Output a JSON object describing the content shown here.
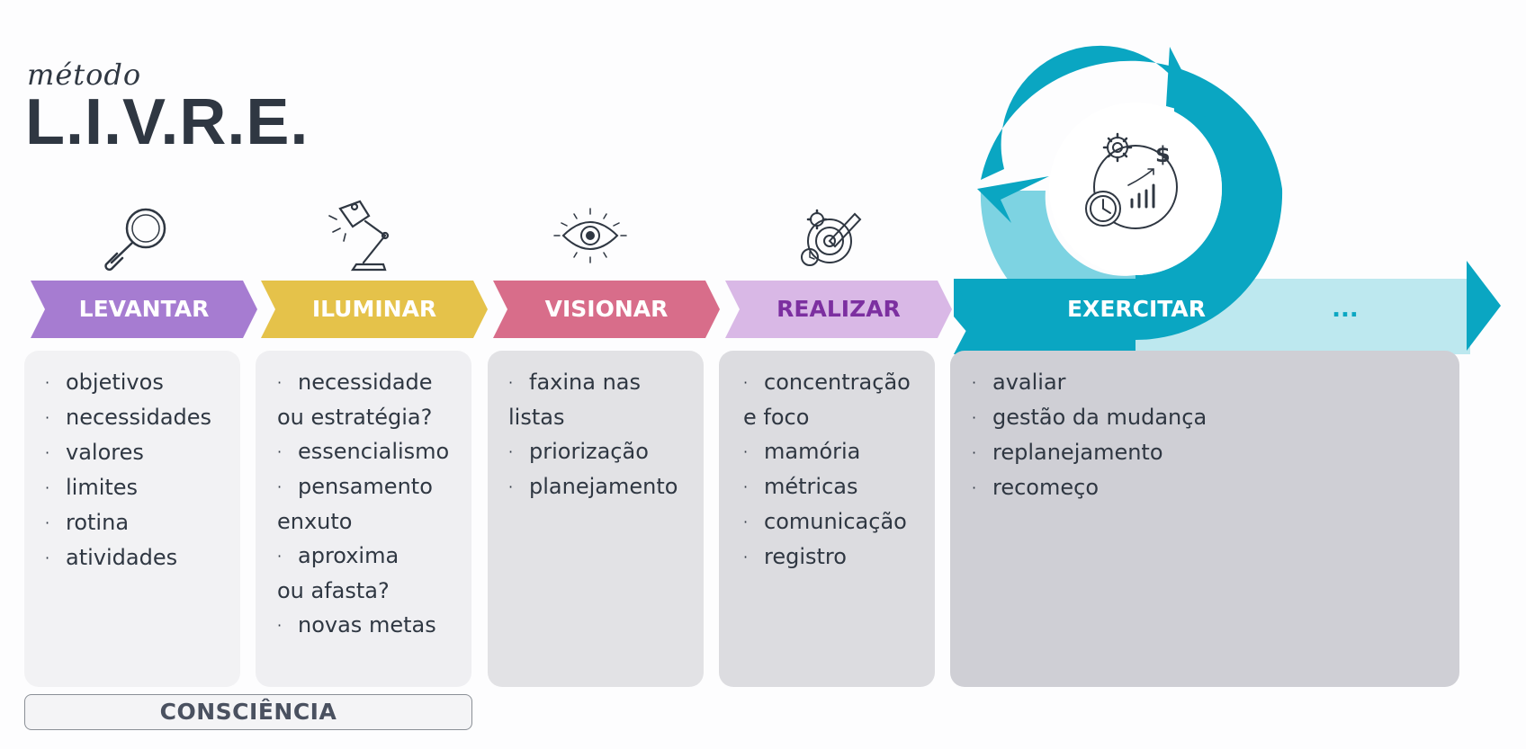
{
  "brand": {
    "small": "método",
    "big": "L.I.V.R.E."
  },
  "colors": {
    "levantar": "#a67cd1",
    "iluminar": "#e5c24a",
    "visionar": "#d86d8a",
    "realizar": "#d9b8e6",
    "realizar_text": "#7c2fa0",
    "exercitar": "#0aa6c2",
    "exercitar_light": "#bde8ef",
    "ring_light": "#7dd3e2",
    "col_1": "#f2f2f4",
    "col_2": "#efeff2",
    "col_3": "#e2e2e5",
    "col_4": "#dcdce0",
    "col_5": "#cfcfd5"
  },
  "steps": [
    {
      "label": "LEVANTAR",
      "icon": "magnifier-icon",
      "items": [
        "objetivos",
        "necessidades",
        "valores",
        "limites",
        "rotina",
        "atividades"
      ]
    },
    {
      "label": "ILUMINAR",
      "icon": "desk-lamp-icon",
      "items": [
        [
          "necessidade",
          "ou estratégia?"
        ],
        "essencialismo",
        [
          "pensamento",
          "enxuto"
        ],
        [
          "aproxima",
          "ou afasta?"
        ],
        "novas metas"
      ]
    },
    {
      "label": "VISIONAR",
      "icon": "eye-icon",
      "items": [
        [
          "faxina nas",
          "listas"
        ],
        "priorização",
        "planejamento"
      ]
    },
    {
      "label": "REALIZAR",
      "icon": "target-gear-icon",
      "items": [
        [
          "concentração",
          "e foco"
        ],
        "mamória",
        "métricas",
        "comunicação",
        "registro"
      ]
    },
    {
      "label": "EXERCITAR",
      "icon": "cycle-gear-money-icon",
      "items": [
        "avaliar",
        "gestão da mudança",
        "replanejamento",
        "recomeço"
      ]
    }
  ],
  "continuation": "...",
  "footer": {
    "label": "CONSCIÊNCIA"
  }
}
